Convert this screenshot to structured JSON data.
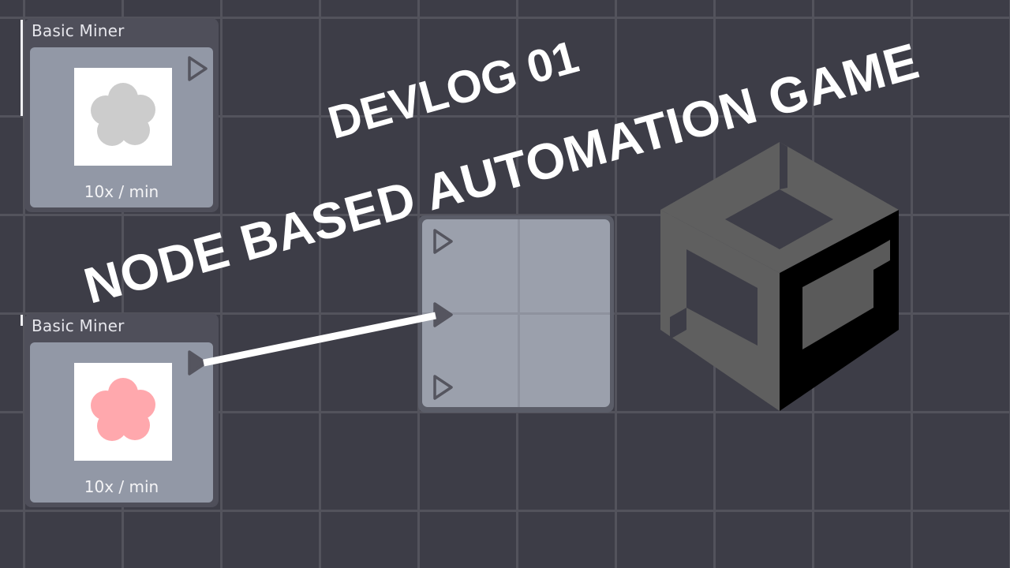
{
  "nodes": [
    {
      "title": "Basic Miner",
      "rate": "10x / min",
      "resource_icon": "flower-icon",
      "resource_color": "#cccccc",
      "state": "inactive"
    },
    {
      "title": "Basic Miner",
      "rate": "10x / min",
      "resource_icon": "flower-icon",
      "resource_color": "#ffa8ad",
      "state": "connected"
    }
  ],
  "target_node": {
    "input_ports": 3,
    "connected_input": 2
  },
  "thumbnail_text": {
    "line1": "DEVLOG 01",
    "line2": "NODE BASED AUTOMATION GAME"
  },
  "logo": "unity-logo-icon",
  "colors": {
    "background": "#3d3d47",
    "grid": "#53535c",
    "node_body": "#9298a6",
    "wire": "#ffffff"
  }
}
